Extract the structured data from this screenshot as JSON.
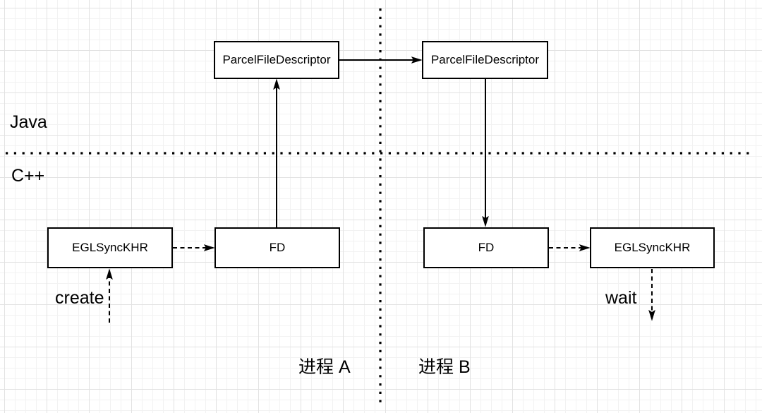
{
  "boxes": {
    "pfd_left": "ParcelFileDescriptor",
    "pfd_right": "ParcelFileDescriptor",
    "egl_left": "EGLSyncKHR",
    "fd_left": "FD",
    "fd_right": "FD",
    "egl_right": "EGLSyncKHR"
  },
  "labels": {
    "java": "Java",
    "cpp": "C++",
    "create": "create",
    "wait": "wait",
    "process_a": "进程 A",
    "process_b": "进程 B"
  },
  "colors": {
    "stroke": "#000000",
    "box_fill": "#ffffff",
    "background": "#ffffff",
    "grid_minor": "#f2f2f2",
    "grid_major": "#e2e2e2"
  }
}
